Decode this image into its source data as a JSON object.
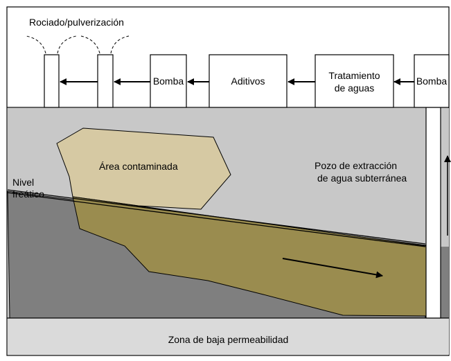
{
  "labels": {
    "spray": "Rociado/pulverización",
    "pump_left": "Bomba",
    "additives": "Aditivos",
    "treatment_line1": "Tratamiento",
    "treatment_line2": "de aguas",
    "pump_right": "Bomba",
    "contaminated_area": "Área contaminada",
    "water_table_line1": "Nivel",
    "water_table_line2": "freático",
    "well_line1": "Pozo de extracción",
    "well_line2": "de agua subterránea",
    "low_permeability_zone": "Zona de baja permeabilidad"
  },
  "colors": {
    "vadose_zone": "#c8c8c8",
    "saturated_zone": "#7f7f7f",
    "contaminated_unsaturated": "#d6c9a3",
    "contaminated_saturated": "#9a8c4f",
    "low_permeability": "#dadada",
    "outline": "#000000"
  }
}
